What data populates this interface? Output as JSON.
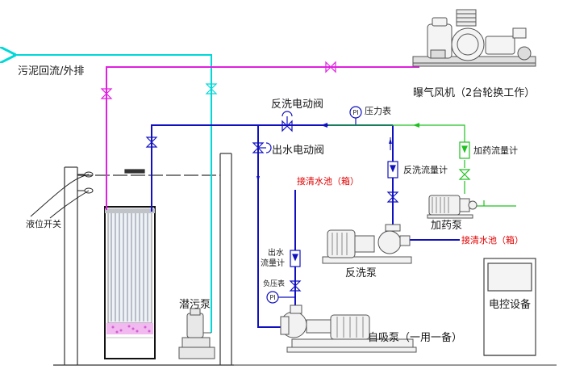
{
  "labels": {
    "sludge": "污泥回流/外排",
    "blower": "曝气风机（2台轮换工作）",
    "backwash_valve": "反洗电动阀",
    "pressure_gauge": "压力表",
    "outlet_valve": "出水电动阀",
    "backwash_flowmeter": "反洗流量计",
    "dosing_flowmeter": "加药流量计",
    "clear_pool_1": "接清水池（箱）",
    "clear_pool_2": "接清水池（箱）",
    "dosing_pump": "加药泵",
    "level_switch": "液位开关",
    "backwash_pump": "反洗泵",
    "outlet_flowmeter_1": "出水",
    "outlet_flowmeter_2": "流量计",
    "neg_gauge": "负压表",
    "submersible_pump": "潜污泵",
    "self_priming_pump": "自吸泵（一用一备）",
    "control_box": "电控设备",
    "pi": "PI"
  },
  "colors": {
    "blue": "#1010c0",
    "cyan": "#00d8d8",
    "magenta": "#e020e0",
    "green": "#20c020",
    "red": "#e00000",
    "gray": "#555555"
  }
}
